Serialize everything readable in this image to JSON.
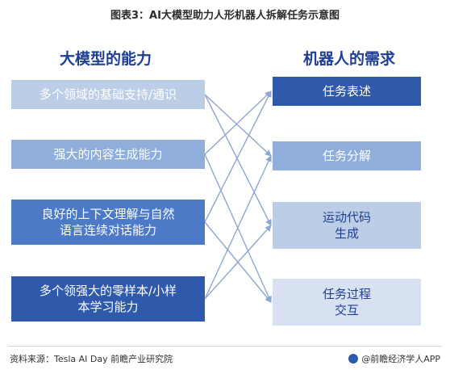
{
  "figure": {
    "title": "图表3：AI大模型助力人形机器人拆解任务示意图"
  },
  "left_column": {
    "heading": "大模型的能力",
    "items": [
      {
        "label": "多个领域的基础支持/通识"
      },
      {
        "label": "强大的内容生成能力"
      },
      {
        "label": "良好的上下文理解与自然\n语言连续对话能力"
      },
      {
        "label": "多个领强大的零样本/小样\n本学习能力"
      }
    ]
  },
  "right_column": {
    "heading": "机器人的需求",
    "items": [
      {
        "label": "任务表述"
      },
      {
        "label": "任务分解"
      },
      {
        "label": "运动代码\n生成"
      },
      {
        "label": "任务过程\n交互"
      }
    ]
  },
  "connections": [
    {
      "from": 0,
      "to": 1
    },
    {
      "from": 0,
      "to": 2
    },
    {
      "from": 1,
      "to": 0
    },
    {
      "from": 1,
      "to": 3
    },
    {
      "from": 2,
      "to": 0
    },
    {
      "from": 2,
      "to": 3
    },
    {
      "from": 3,
      "to": 1
    },
    {
      "from": 3,
      "to": 2
    }
  ],
  "colors": {
    "heading": "#1f3f93",
    "line": "#8fa6cf"
  },
  "footer": {
    "source": "资料来源：Tesla AI Day 前瞻产业研究院",
    "brand": "@前瞻经济学人APP"
  }
}
